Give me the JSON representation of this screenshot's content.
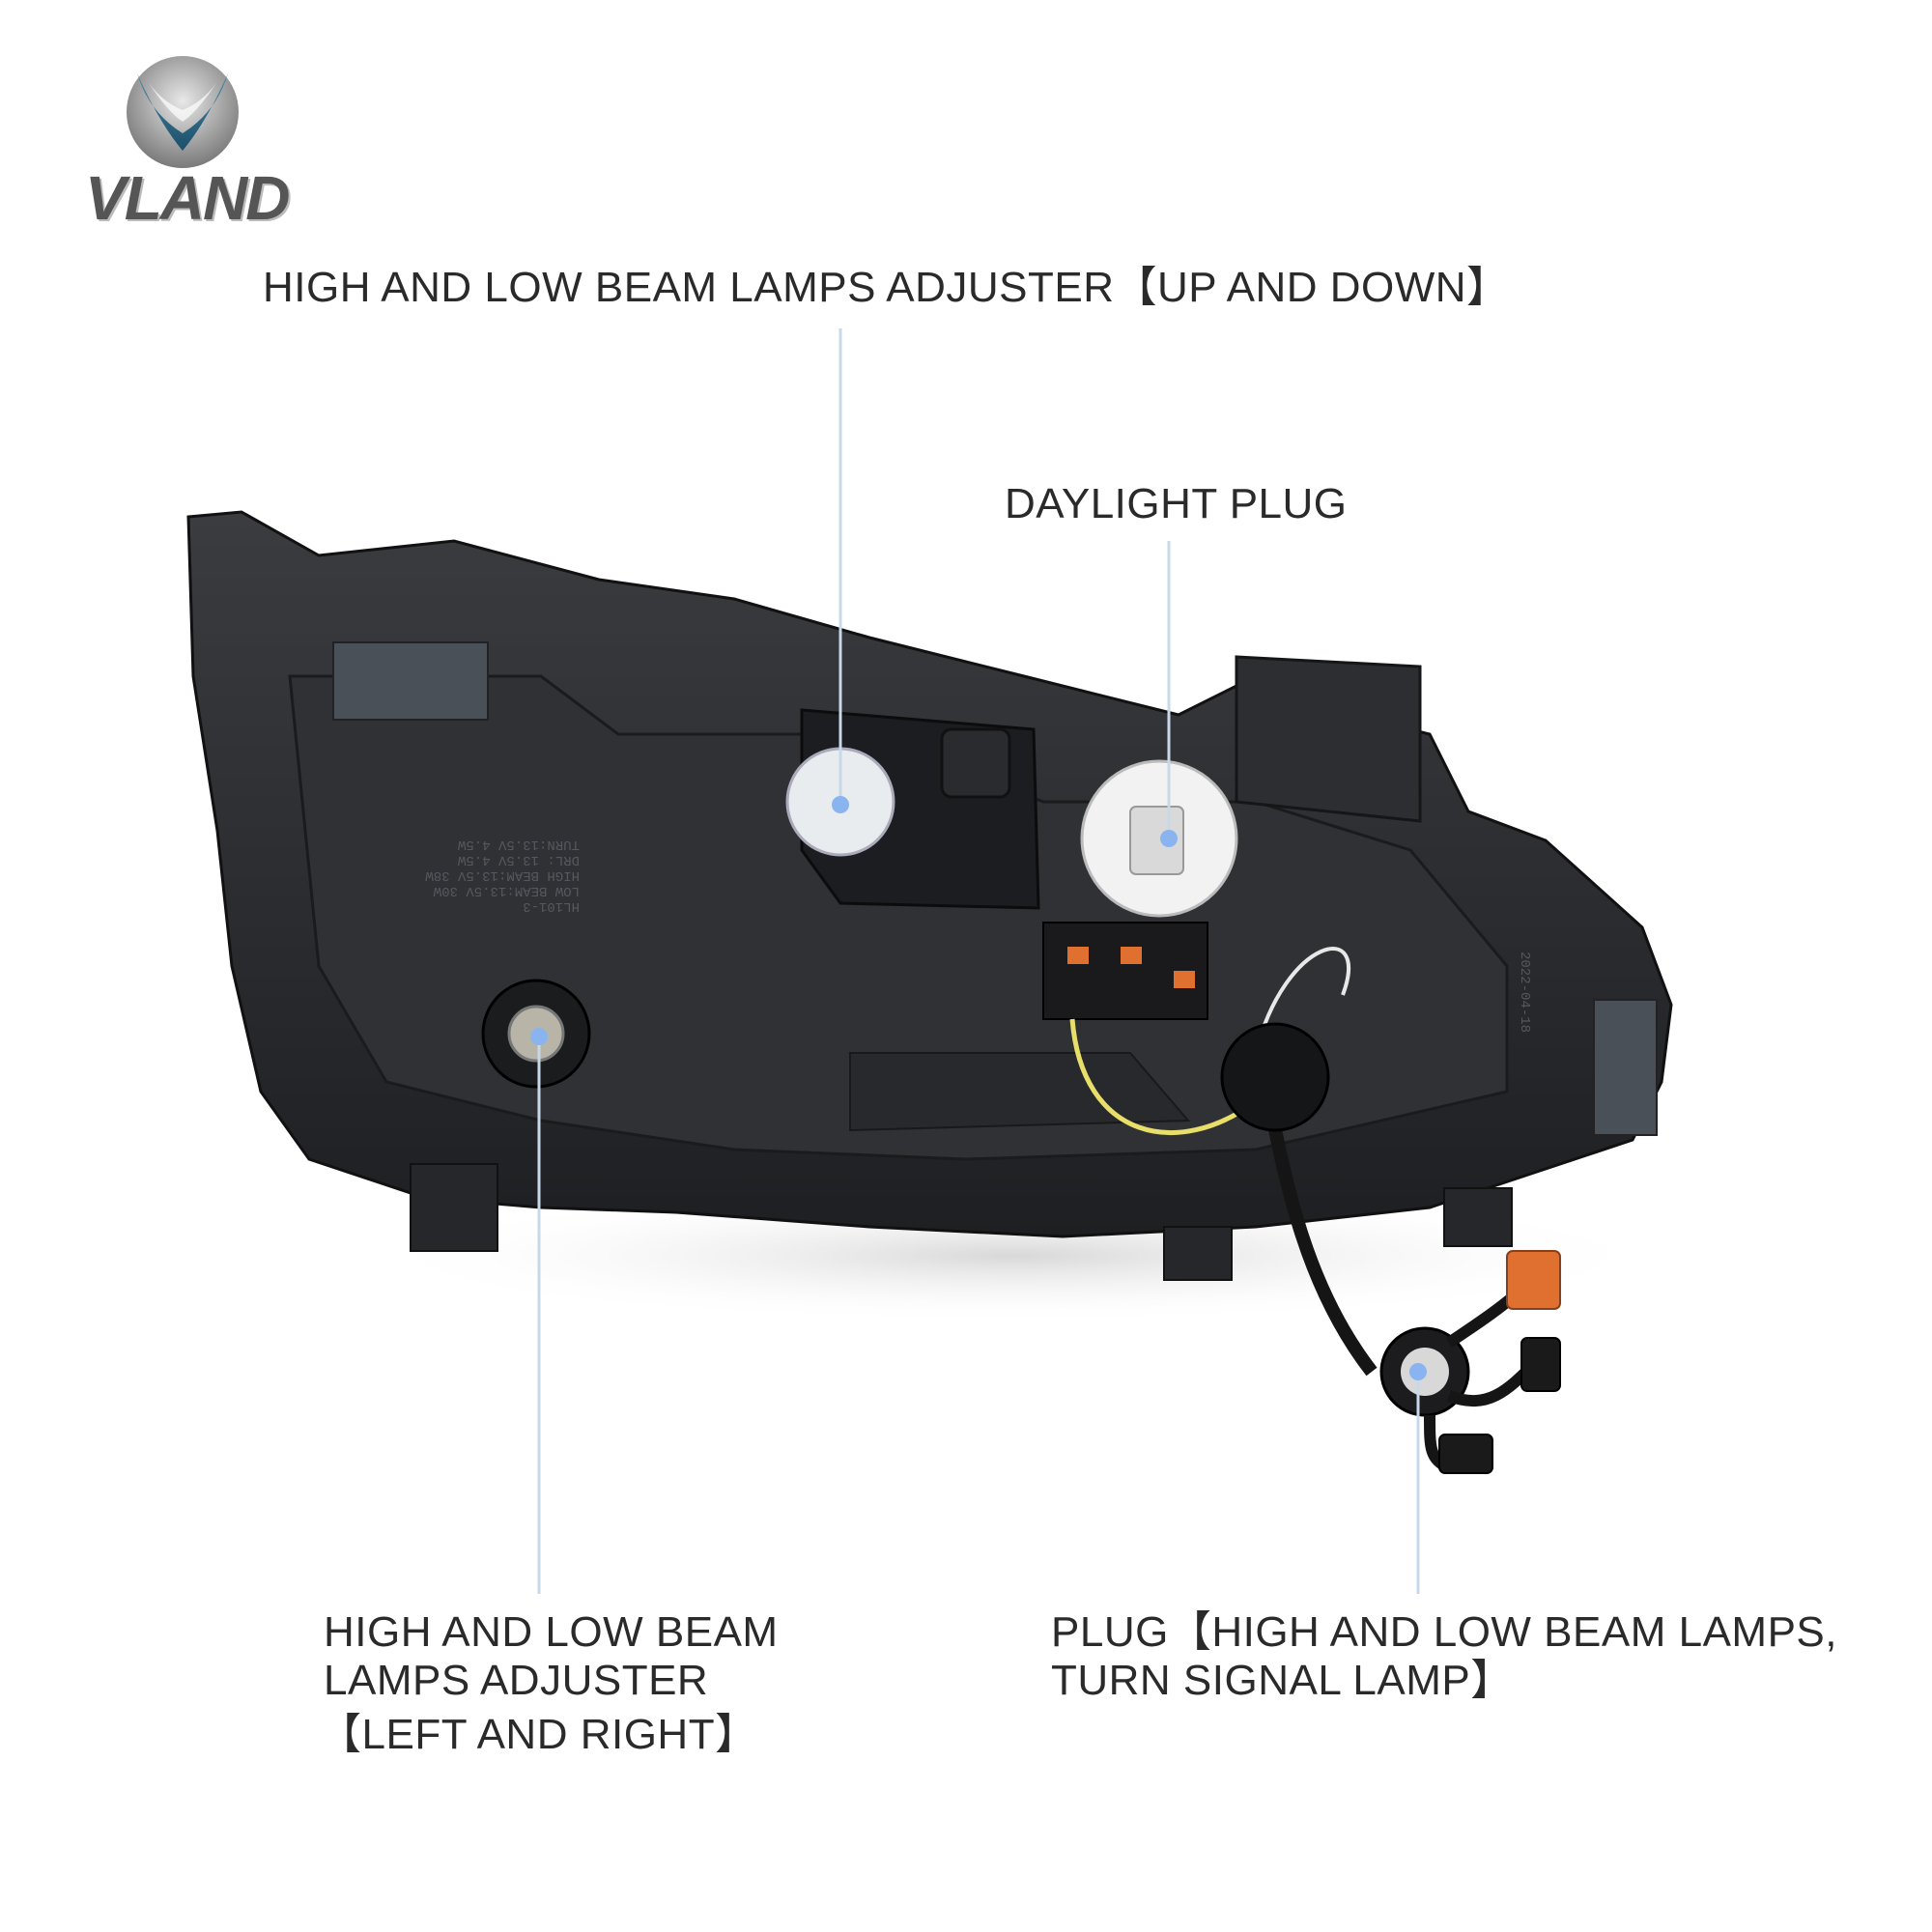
{
  "brand": {
    "name": "VLAND"
  },
  "callouts": {
    "vertical_adjuster": "HIGH AND LOW BEAM LAMPS ADJUSTER【UP AND DOWN】",
    "daylight_plug": "DAYLIGHT PLUG",
    "horizontal_adjuster": {
      "line1": "HIGH AND LOW BEAM",
      "line2": "LAMPS ADJUSTER",
      "line3": "【LEFT AND RIGHT】"
    },
    "main_plug": {
      "line1": "PLUG【HIGH AND LOW BEAM LAMPS,",
      "line2": "TURN SIGNAL LAMP】"
    }
  },
  "housing_markings": {
    "specs": [
      "HL101-3",
      "LOW BEAM:13.5V 30W",
      "HIGH BEAM:13.5V 38W",
      "DRL: 13.5V 4.5W",
      "TURN:13.5V 4.5W"
    ],
    "date_code": "2022-04-18"
  },
  "colors": {
    "callout_dot": "#8ab4f0",
    "callout_line": "#c8d8e8",
    "housing": "#2b2d30",
    "accent_plug": "#e07030"
  }
}
